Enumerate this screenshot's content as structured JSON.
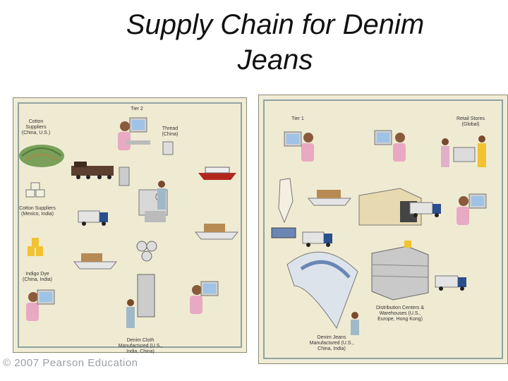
{
  "slide": {
    "title_line1": "Supply Chain for Denim",
    "title_line2": "Jeans",
    "copyright": "© 2007 Pearson Education"
  },
  "diagram": {
    "left_panel": {
      "tier2_label": "Tier 2",
      "cotton_suppliers_top": "Cotton Suppliers (China, U.S.)",
      "thread_label": "Thread (China)",
      "cotton_suppliers_bottom": "Cotton Suppliers (Mexico, India)",
      "indigo_dye_label": "Indigo Dye (China, India)",
      "denim_cloth_label": "Denim Cloth Manufactured (U.S., India, China)"
    },
    "right_panel": {
      "tier1_label": "Tier 1",
      "retail_stores_label": "Retail Stores (Global)",
      "distribution_centers_label": "Distribution Centers & Warehouses (U.S., Europe, Hong Kong)",
      "denim_jeans_label": "Denim Jeans Manufactured (U.S., China, India)"
    },
    "colors": {
      "panel_bg": "#f1ecd6",
      "border": "#8ea3a0",
      "truck_cab": "#2a4f8c",
      "person_shirt": "#e8a9c2",
      "monitor": "#9ec3e6"
    }
  }
}
